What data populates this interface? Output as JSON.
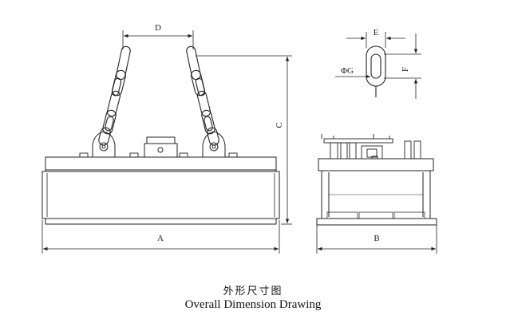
{
  "dimensions": {
    "A": "A",
    "B": "B",
    "C": "C",
    "D": "D",
    "E": "E",
    "F": "F",
    "G": "ΦG"
  },
  "caption": {
    "chinese": "外形尺寸图",
    "english": "Overall Dimension Drawing"
  }
}
